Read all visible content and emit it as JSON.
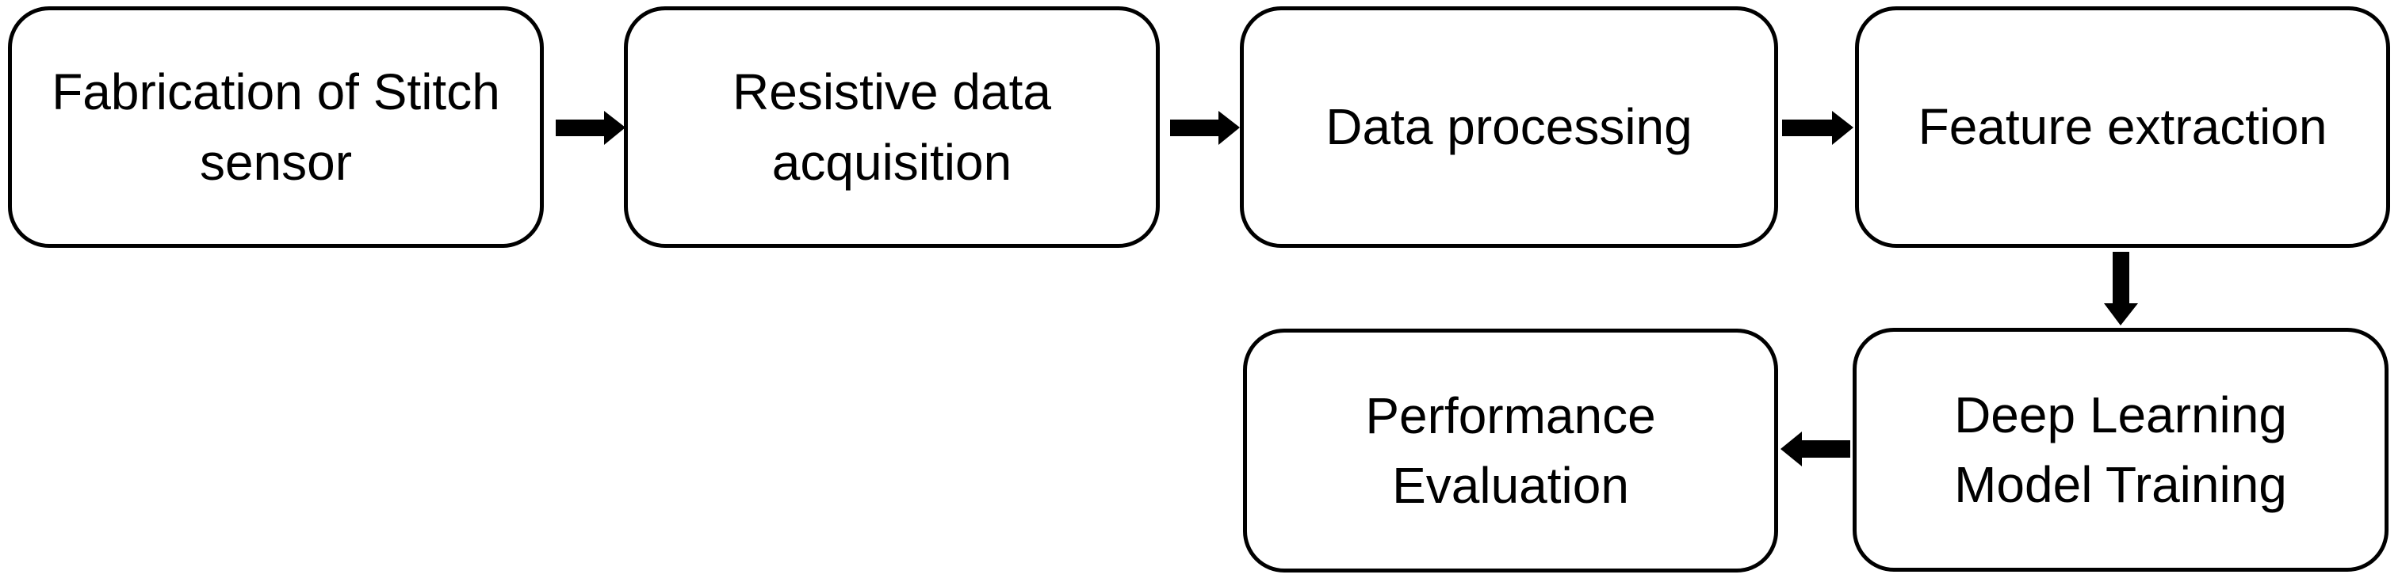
{
  "diagram": {
    "type": "flowchart",
    "colors": {
      "background": "#ffffff",
      "node_fill": "#ffffff",
      "node_stroke": "#000000",
      "text": "#000000",
      "arrow": "#000000"
    },
    "nodes": [
      {
        "id": "fabrication",
        "label": "Fabrication of Stitch\nsensor"
      },
      {
        "id": "acquisition",
        "label": "Resistive data\nacquisition"
      },
      {
        "id": "processing",
        "label": "Data processing"
      },
      {
        "id": "feature",
        "label": "Feature extraction"
      },
      {
        "id": "training",
        "label": "Deep Learning\nModel Training"
      },
      {
        "id": "evaluation",
        "label": "Performance\nEvaluation"
      }
    ],
    "edges": [
      {
        "from": "fabrication",
        "to": "acquisition",
        "direction": "right"
      },
      {
        "from": "acquisition",
        "to": "processing",
        "direction": "right"
      },
      {
        "from": "processing",
        "to": "feature",
        "direction": "right"
      },
      {
        "from": "feature",
        "to": "training",
        "direction": "down"
      },
      {
        "from": "training",
        "to": "evaluation",
        "direction": "left"
      }
    ]
  }
}
